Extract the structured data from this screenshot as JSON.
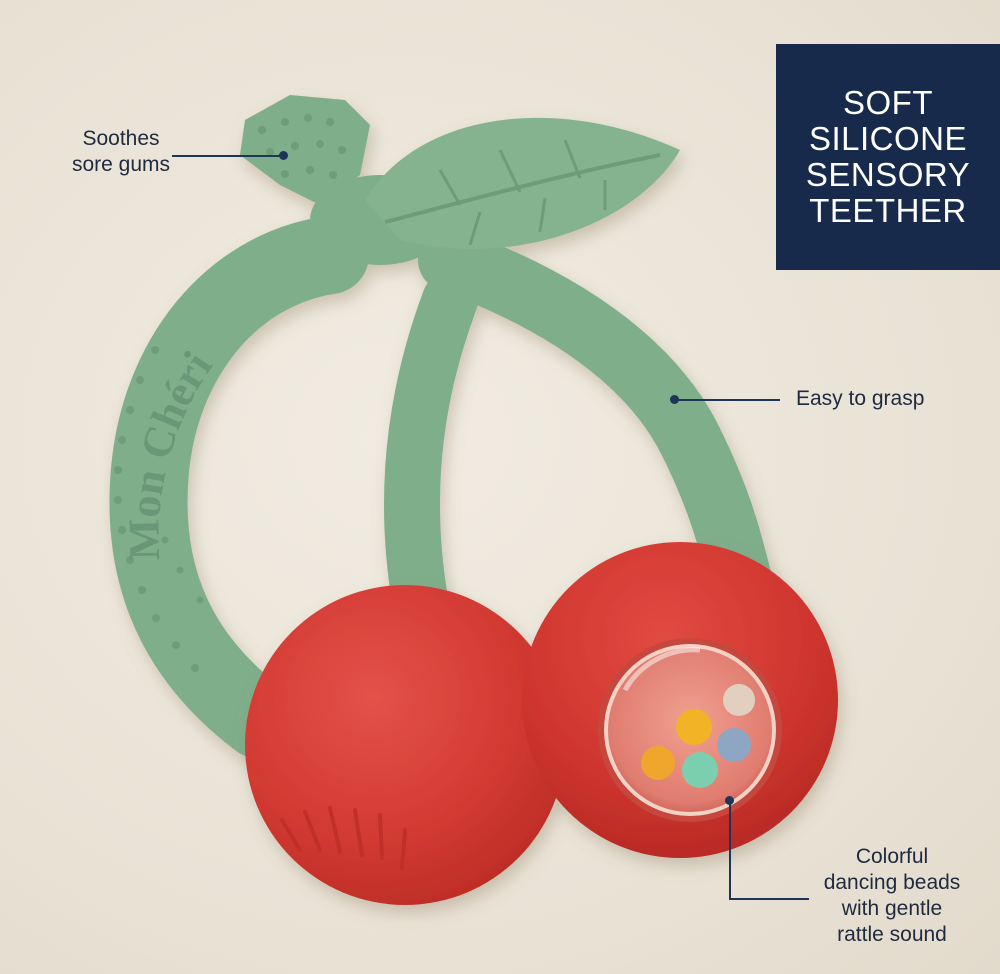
{
  "title": {
    "lines": [
      "SOFT",
      "SILICONE",
      "SENSORY",
      "TEETHER"
    ]
  },
  "product": {
    "brand_text": "Mon Chéri"
  },
  "callouts": {
    "soothes": [
      "Soothes",
      "sore gums"
    ],
    "grasp": "Easy to grasp",
    "beads": [
      "Colorful",
      "dancing beads",
      "with gentle",
      "rattle sound"
    ]
  },
  "colors": {
    "green": "#7fae8b",
    "red": "#d63b33",
    "navy": "#172a4c",
    "background": "#ece6da"
  }
}
